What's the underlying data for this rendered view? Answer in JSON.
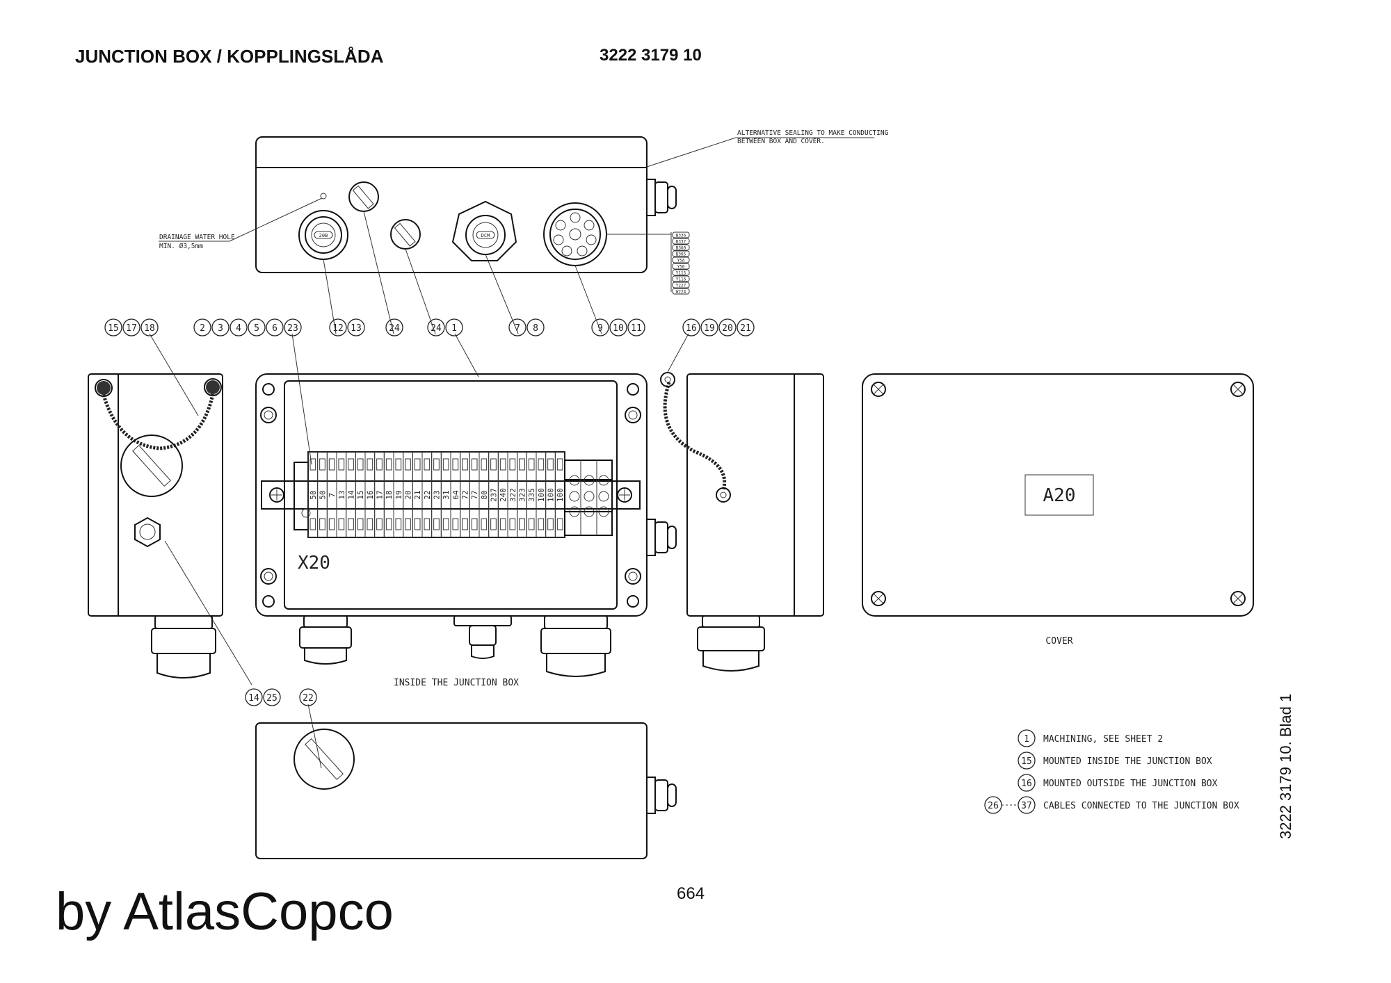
{
  "header": {
    "title": "JUNCTION BOX / KOPPLINGSLÅDA",
    "doc_number": "3222 3179 10"
  },
  "footer": {
    "brand": "by AtlasCopco",
    "page_number": "664",
    "side_label": "3222 3179 10. Blad 1"
  },
  "top_view": {
    "note_sealing": [
      "ALTERNATIVE SEALING TO MAKE CONDUCTING",
      "BETWEEN BOX AND COVER."
    ],
    "note_drainage": [
      "DRAINAGE WATER HOLE",
      "MIN. Ø3,5mm"
    ],
    "gland_small_label": "20B",
    "gland_large_label": "DCM",
    "cable_tags": [
      "B336",
      "B337",
      "B360",
      "B365",
      "Y5A",
      "Y50",
      "Y115",
      "Y116",
      "Y227",
      "W224"
    ]
  },
  "callouts": [
    {
      "labels": [
        "15",
        "17",
        "18"
      ]
    },
    {
      "labels": [
        "2",
        "3",
        "4",
        "5",
        "6",
        "23"
      ]
    },
    {
      "labels": [
        "12",
        "13"
      ]
    },
    {
      "labels": [
        "24"
      ]
    },
    {
      "labels": [
        "24",
        "1"
      ]
    },
    {
      "labels": [
        "7",
        "8"
      ]
    },
    {
      "labels": [
        "9",
        "10",
        "11"
      ]
    },
    {
      "labels": [
        "16",
        "19",
        "20",
        "21"
      ]
    },
    {
      "labels": [
        "14",
        "25"
      ]
    },
    {
      "labels": [
        "22"
      ]
    }
  ],
  "inside_view": {
    "caption": "INSIDE THE JUNCTION BOX",
    "strip_label": "X20",
    "terminals": [
      "50",
      "50",
      "7",
      "13",
      "14",
      "15",
      "16",
      "17",
      "18",
      "19",
      "20",
      "21",
      "22",
      "23",
      "31",
      "64",
      "72",
      "77",
      "80",
      "237",
      "240",
      "322",
      "323",
      "335",
      "100",
      "100",
      "100"
    ]
  },
  "cover_view": {
    "caption": "COVER",
    "plate_label": "A20"
  },
  "legend": [
    {
      "ref": "1",
      "text": "MACHINING, SEE SHEET 2"
    },
    {
      "ref": "15",
      "text": "MOUNTED INSIDE THE JUNCTION BOX"
    },
    {
      "ref": "16",
      "text": "MOUNTED OUTSIDE THE JUNCTION BOX"
    },
    {
      "ref_from": "26",
      "ref": "37",
      "text": "CABLES CONNECTED TO THE JUNCTION BOX"
    }
  ]
}
